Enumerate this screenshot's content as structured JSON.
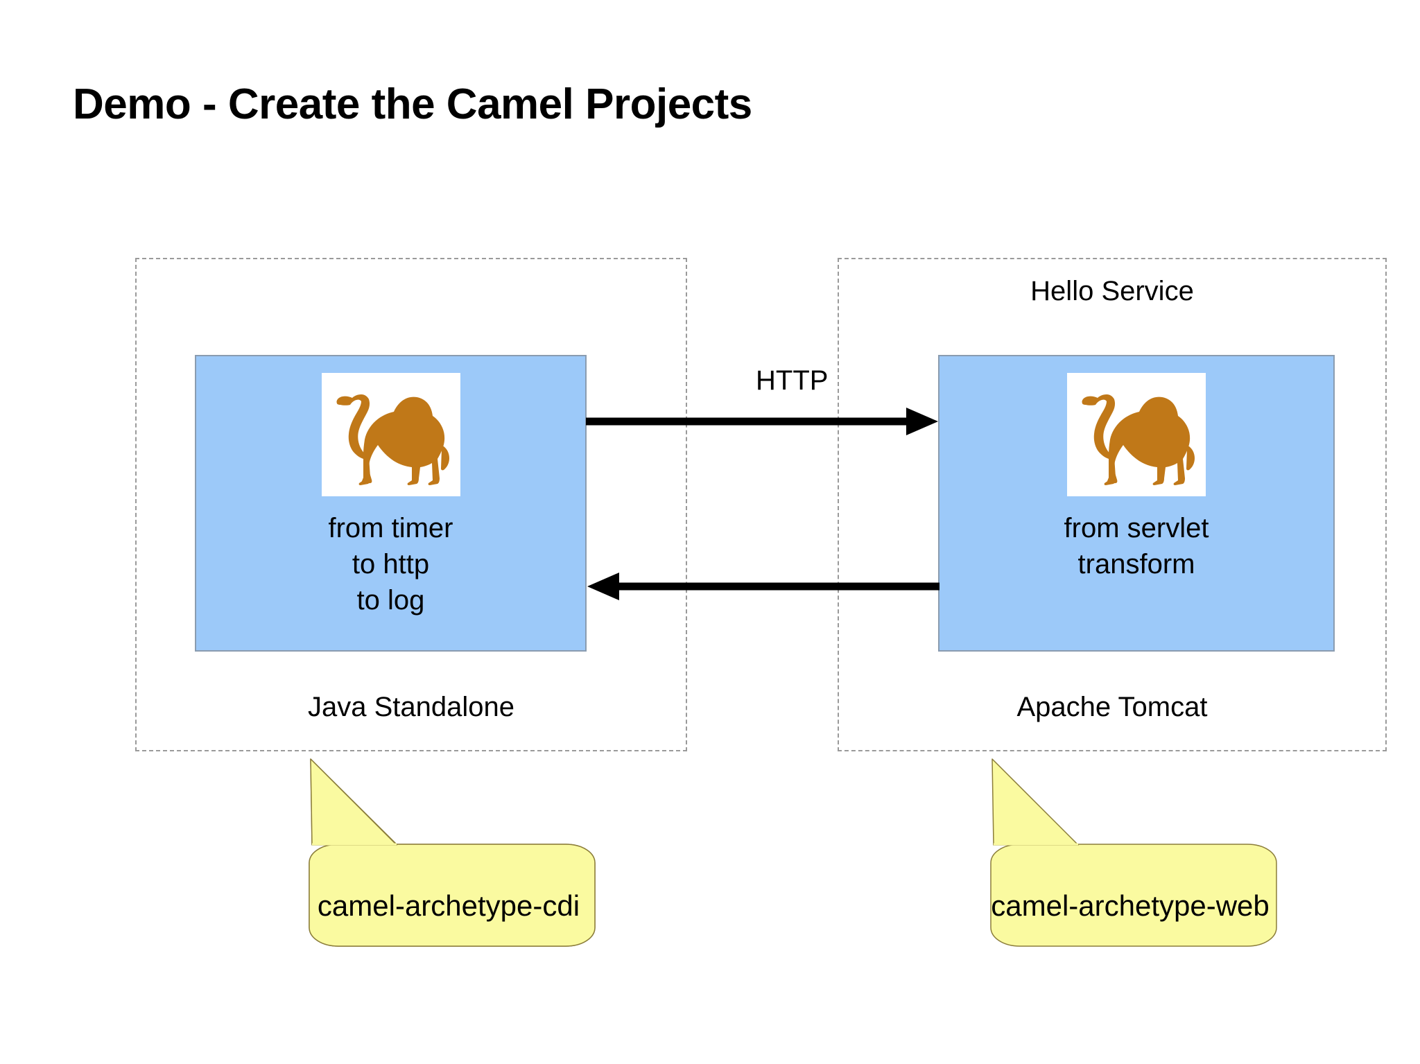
{
  "slide": {
    "title": "Demo - Create the Camel Projects",
    "background_color": "#FFFFFF"
  },
  "colors": {
    "component_fill": "#9CC9F9",
    "component_border": "#8A9CB0",
    "callout_fill": "#FAFAA0",
    "callout_border": "#8B7D3A",
    "dashed_border": "#9A9A9A",
    "camel_brown": "#C07818",
    "arrow_black": "#000000",
    "text_black": "#000000"
  },
  "regions": {
    "left": {
      "top_label": "",
      "bottom_label": "Java Standalone",
      "component": {
        "icon": "camel-logo-icon",
        "route_lines": [
          "from timer",
          "to http",
          "to log"
        ]
      },
      "callout": "camel-archetype-cdi"
    },
    "right": {
      "top_label": "Hello Service",
      "bottom_label": "Apache Tomcat",
      "component": {
        "icon": "camel-logo-icon",
        "route_lines": [
          "from servlet",
          "transform"
        ]
      },
      "callout": "camel-archetype-web"
    }
  },
  "connections": {
    "protocol_label": "HTTP",
    "request_direction": "left-to-right",
    "response_direction": "right-to-left"
  }
}
